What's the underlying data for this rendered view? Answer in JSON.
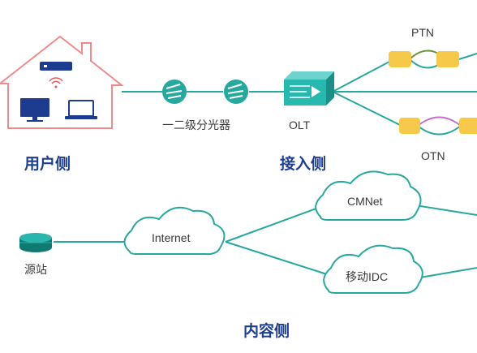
{
  "labels": {
    "splitter": "一二级分光器",
    "olt": "OLT",
    "ptn": "PTN",
    "otn": "OTN",
    "internet": "Internet",
    "cmnet": "CMNet",
    "idc": "移动IDC",
    "source": "源站"
  },
  "sections": {
    "user": "用户侧",
    "access": "接入侧",
    "content": "内容侧"
  },
  "colors": {
    "line": "#27a89e",
    "house": "#f08b8b",
    "section_text": "#1e3f8f",
    "node_yellow": "#f6c94a",
    "olt_teal": "#27b8b0",
    "screen_navy": "#1e3c8f",
    "otn_ring": "#c46fc9",
    "ptn_ring": "#6b8f3b"
  }
}
